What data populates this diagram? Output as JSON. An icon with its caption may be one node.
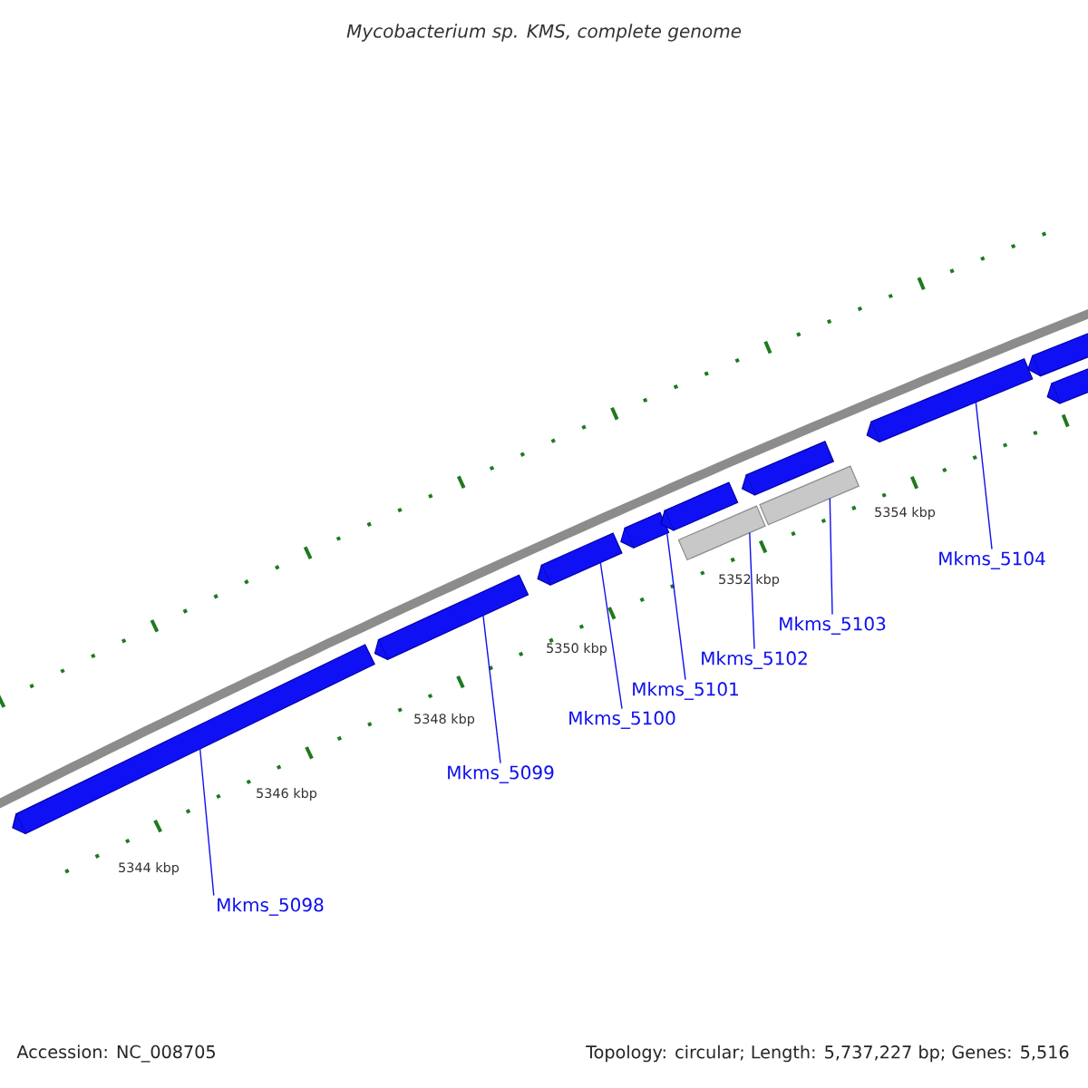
{
  "diagram": {
    "title": "Mycobacterium sp. KMS, complete genome",
    "nodes": [
      {
        "text": [],
        "shape": "pentagon"
      },
      {
        "text": [],
        "shape": "pentagon"
      },
      {
        "text": [],
        "shape": "pentagon"
      },
      {
        "text": [],
        "shape": "pentagon"
      },
      {
        "text": [],
        "shape": "pentagon"
      },
      {
        "text": [],
        "shape": "box"
      },
      {
        "text": [],
        "shape": "pentagon"
      },
      {
        "text": [],
        "shape": "box"
      },
      {
        "text": [],
        "shape": "pentagon"
      },
      {
        "text": [],
        "shape": "pentagon"
      },
      {
        "text": [],
        "shape": "pentagon"
      },
      {
        "text": [
          "Mkms_5098"
        ]
      },
      {
        "text": [
          "Mkms_5099"
        ]
      },
      {
        "text": [
          "Mkms_5100"
        ]
      },
      {
        "text": [
          "Mkms_5101"
        ]
      },
      {
        "text": [
          "Mkms_5102"
        ]
      },
      {
        "text": [
          "Mkms_5103"
        ]
      },
      {
        "text": [
          "Mkms_5104"
        ]
      }
    ],
    "edges": [
      {
        "from": 11,
        "to": 0,
        "arrow": "none"
      },
      {
        "from": 12,
        "to": 1,
        "arrow": "none"
      },
      {
        "from": 13,
        "to": 2,
        "arrow": "none"
      },
      {
        "from": 14,
        "to": 3,
        "arrow": "none"
      },
      {
        "from": 15,
        "to": 5,
        "arrow": "none"
      },
      {
        "from": 16,
        "to": 7,
        "arrow": "none"
      },
      {
        "from": 17,
        "to": 8,
        "arrow": "none"
      }
    ],
    "labels": [
      "5344 kbp",
      "5346 kbp",
      "5348 kbp",
      "5350 kbp",
      "5352 kbp",
      "5354 kbp",
      "Accession: NC_008705",
      "Topology: circular; Length: 5,737,227 bp; Genes: 5,516"
    ]
  }
}
